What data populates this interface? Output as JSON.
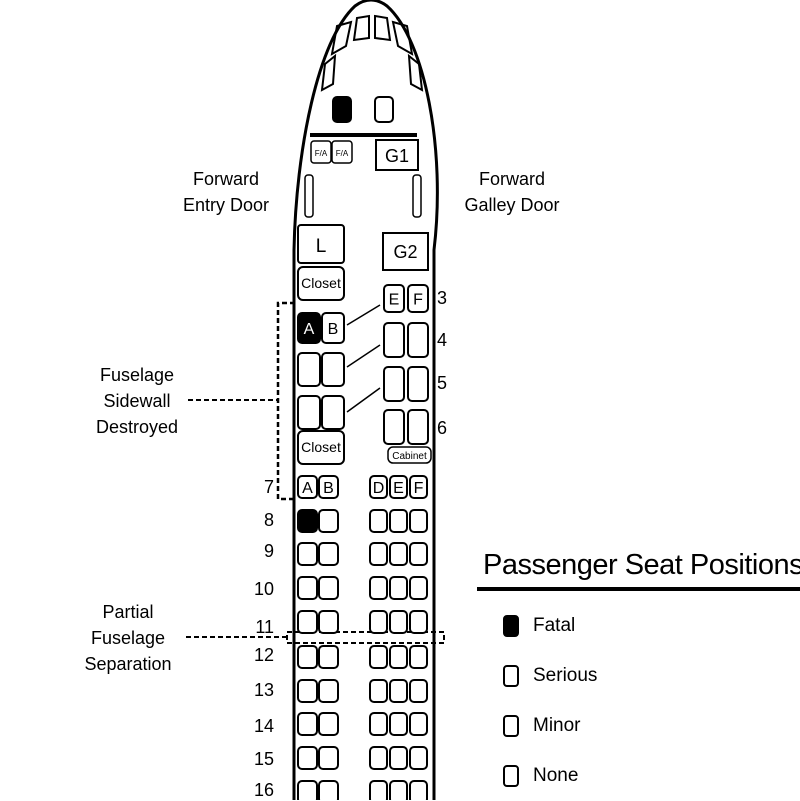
{
  "labels": {
    "forward_entry_door": [
      "Forward",
      "Entry Door"
    ],
    "forward_galley_door": [
      "Forward",
      "Galley Door"
    ],
    "fuselage_sidewall": [
      "Fuselage",
      "Sidewall",
      "Destroyed"
    ],
    "partial_separation": [
      "Partial",
      "Fuselage",
      "Separation"
    ]
  },
  "cabin": {
    "fa_left": "F/A",
    "fa_right": "F/A",
    "g1": "G1",
    "g2": "G2",
    "lav": "L",
    "closet_upper": "Closet",
    "closet_lower": "Closet",
    "cabinet": "Cabinet"
  },
  "seat_letters": {
    "row3_right": [
      "E",
      "F"
    ],
    "row4_left": [
      "A",
      "B"
    ],
    "row7_left": [
      "A",
      "B"
    ],
    "row7_right": [
      "D",
      "E",
      "F"
    ]
  },
  "rows": [
    "3",
    "4",
    "5",
    "6",
    "7",
    "8",
    "9",
    "10",
    "11",
    "12",
    "13",
    "14",
    "15",
    "16"
  ],
  "fatal_seats": [
    "cockpit-left",
    "4A",
    "8A"
  ],
  "legend": {
    "title": "Passenger Seat Positions",
    "items": [
      {
        "label": "Fatal",
        "status": "fatal",
        "color": "#000000"
      },
      {
        "label": "Serious",
        "status": "serious",
        "color": "#ffffff"
      },
      {
        "label": "Minor",
        "status": "minor",
        "color": "#ffffff"
      },
      {
        "label": "None",
        "status": "none",
        "color": "#ffffff"
      }
    ]
  }
}
